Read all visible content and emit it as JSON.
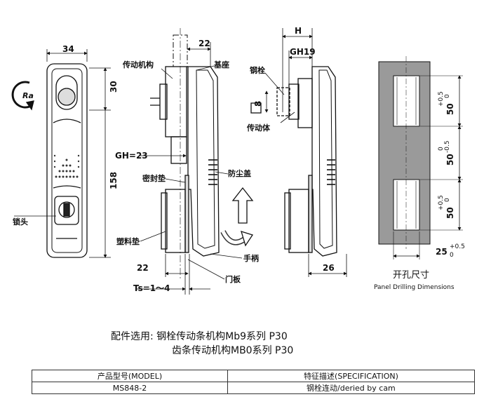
{
  "labels": {
    "transmission_mechanism": "传动机构",
    "base": "基座",
    "steel_bolt": "钢栓",
    "transmission_body": "传动体",
    "seal_pad": "密封垫",
    "dust_cover": "防尘盖",
    "lock_head": "锁头",
    "plastic_pad": "塑料垫",
    "handle": "手柄",
    "door_panel": "门板",
    "rotate": "Ra",
    "cutout_title": "开孔尺寸",
    "cutout_subtitle": "Panel Drilling Dimensions"
  },
  "dimensions": {
    "width_34": "34",
    "height_30": "30",
    "height_158": "158",
    "d22_top": "22",
    "gh23": "GH=23",
    "d22_bottom": "22",
    "ts": "Ts=1～4",
    "h": "H",
    "gh19": "GH19",
    "sq8": "8",
    "d26": "26",
    "cut_50_top": "50",
    "cut_50_top_tol_up": "+0.5",
    "cut_50_top_tol_low": "0",
    "cut_50_mid": "50",
    "cut_50_mid_tol_up": "0",
    "cut_50_mid_tol_low": "-0.5",
    "cut_50_bot": "50",
    "cut_50_bot_tol_up": "+0.5",
    "cut_50_bot_tol_low": "0",
    "cut_25": "25",
    "cut_25_tol_up": "+0.5",
    "cut_25_tol_low": "0"
  },
  "parts_selection": {
    "line1": "配件选用: 钢栓传动条机构Mb9系列 P30",
    "line2": "齿条传动机构MB0系列 P30"
  },
  "spec_table": {
    "header_model": "产品型号(MODEL)",
    "header_spec": "特征描述(SPECIFICATION)",
    "model": "MS848-2",
    "spec": "钢栓连动/deried by cam"
  }
}
